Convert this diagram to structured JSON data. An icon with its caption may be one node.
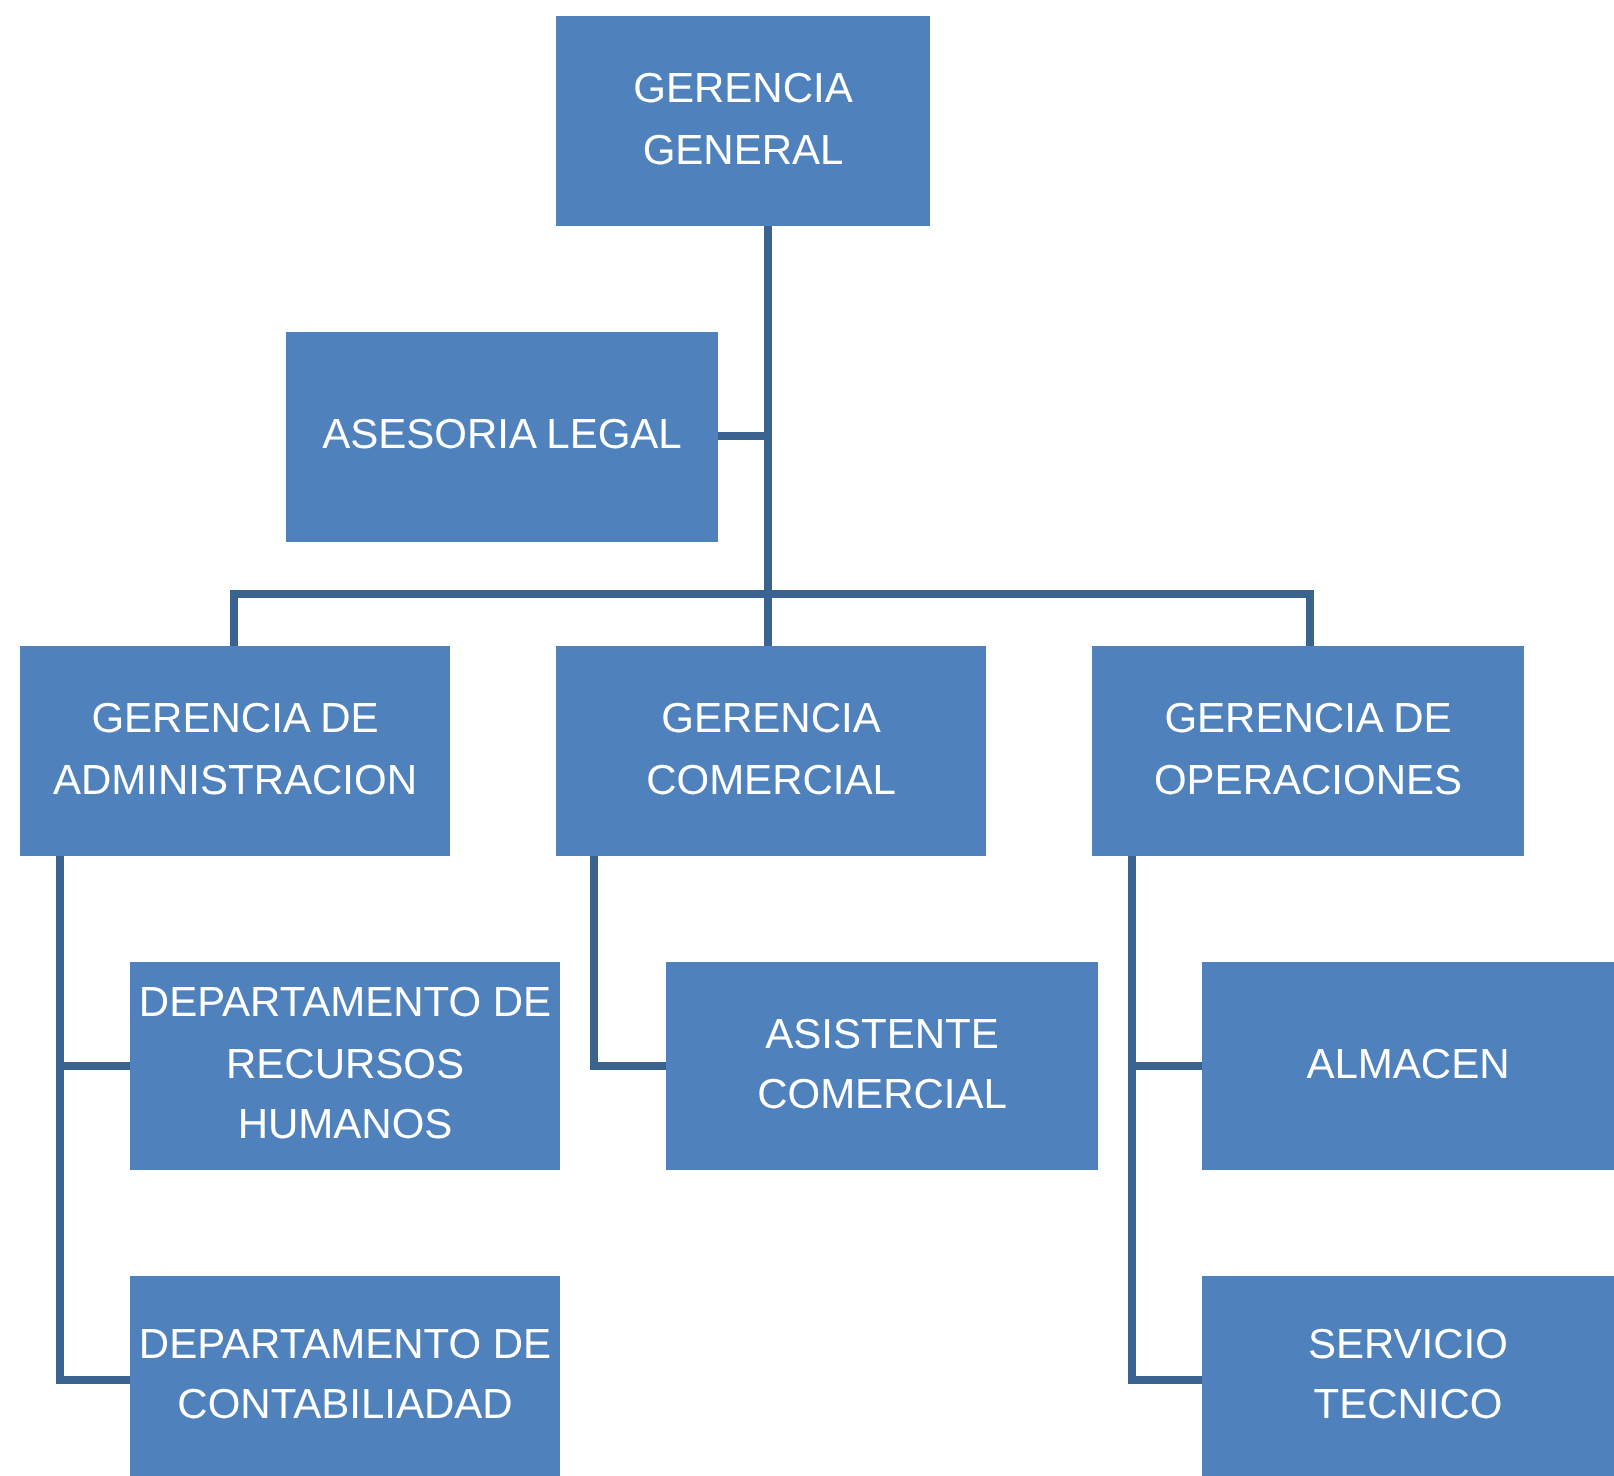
{
  "diagram": {
    "nodes": [
      {
        "text": [
          "GERENCIA GENERAL"
        ]
      },
      {
        "text": [
          "ASESORIA LEGAL"
        ]
      },
      {
        "text": [
          "GERENCIA DE ADMINISTRACION"
        ]
      },
      {
        "text": [
          "GERENCIA COMERCIAL"
        ]
      },
      {
        "text": [
          "GERENCIA DE OPERACIONES"
        ]
      },
      {
        "text": [
          "DEPARTAMENTO DE RECURSOS HUMANOS"
        ]
      },
      {
        "text": [
          "DEPARTAMENTO DE CONTABILIADAD"
        ]
      },
      {
        "text": [
          "ASISTENTE COMERCIAL"
        ]
      },
      {
        "text": [
          "ALMACEN"
        ]
      },
      {
        "text": [
          "SERVICIO TECNICO"
        ]
      }
    ],
    "edges": [
      {
        "from": 0,
        "to": 1,
        "arrow": "none"
      },
      {
        "from": 0,
        "to": 2,
        "arrow": "none"
      },
      {
        "from": 0,
        "to": 3,
        "arrow": "none"
      },
      {
        "from": 0,
        "to": 4,
        "arrow": "none"
      },
      {
        "from": 2,
        "to": 5,
        "arrow": "none"
      },
      {
        "from": 2,
        "to": 6,
        "arrow": "none"
      },
      {
        "from": 3,
        "to": 7,
        "arrow": "none"
      },
      {
        "from": 4,
        "to": 8,
        "arrow": "none"
      },
      {
        "from": 4,
        "to": 9,
        "arrow": "none"
      }
    ]
  }
}
